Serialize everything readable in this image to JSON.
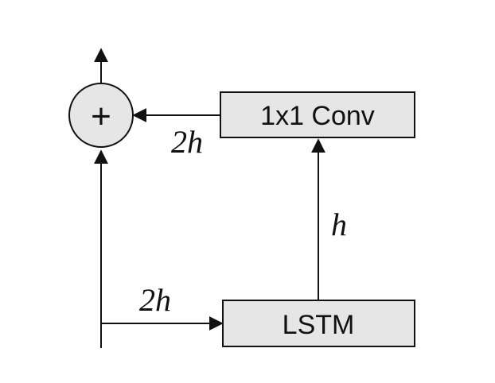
{
  "diagram": {
    "nodes": {
      "sum": {
        "symbol": "+"
      },
      "conv": {
        "label": "1x1 Conv"
      },
      "lstm": {
        "label": "LSTM"
      }
    },
    "edges": {
      "input_to_lstm": {
        "label": "2h"
      },
      "lstm_to_conv": {
        "label": "h"
      },
      "conv_to_sum": {
        "label": "2h"
      }
    },
    "colors": {
      "box_fill": "#e6e6e6",
      "stroke": "#111111"
    }
  }
}
